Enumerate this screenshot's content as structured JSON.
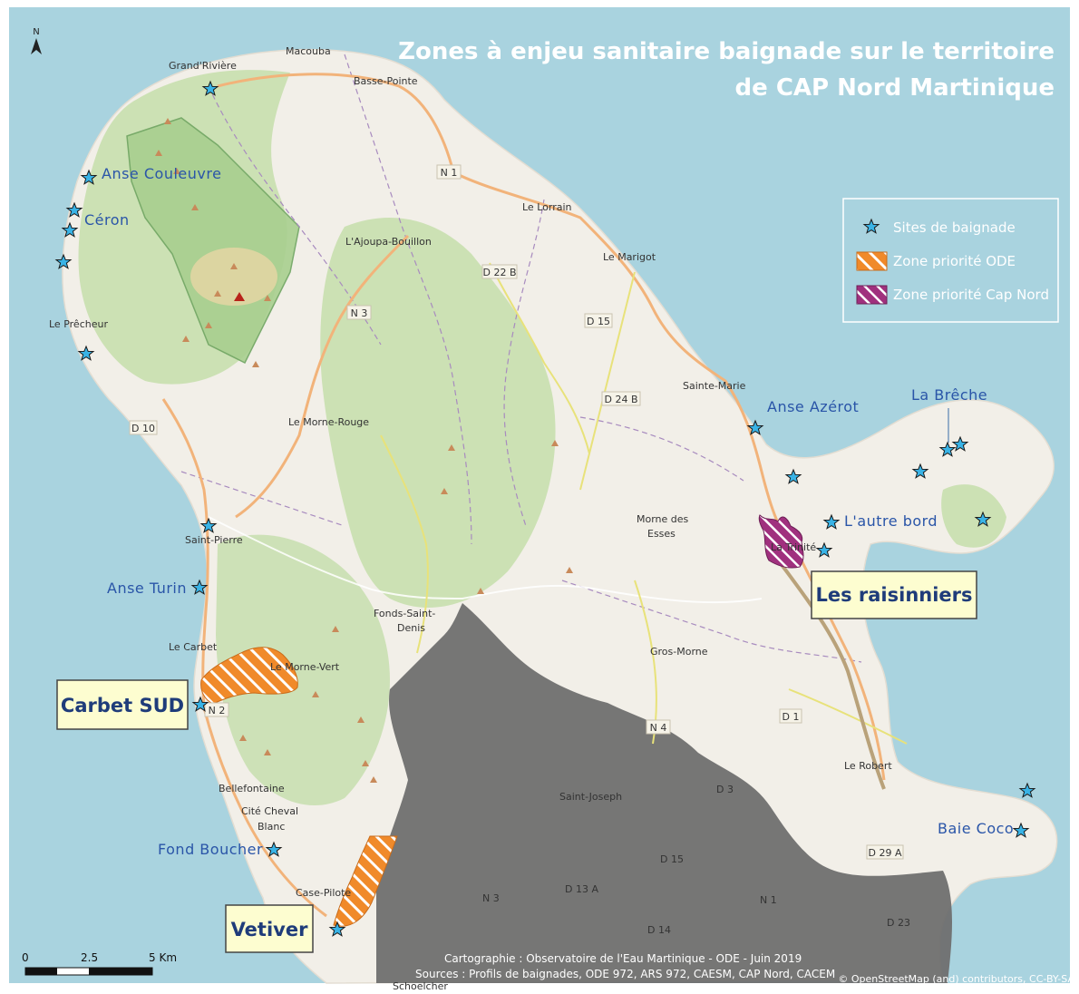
{
  "title": {
    "line1": "Zones à enjeu sanitaire baignade sur le territoire",
    "line2": "de CAP Nord Martinique"
  },
  "north_arrow": {
    "label": "N"
  },
  "legend": {
    "items": [
      {
        "label": "Sites de baignade",
        "symbol": "star-icon"
      },
      {
        "label": "Zone priorité ODE",
        "symbol": "orange-hatch"
      },
      {
        "label": "Zone priorité Cap Nord",
        "symbol": "purple-hatch"
      }
    ]
  },
  "colors": {
    "sea": "#a9d3df",
    "land": "#f2efe8",
    "forest": "#c9dfb1",
    "park": "#a8cf8f",
    "ode_zone": "#f08a2a",
    "capnord_zone": "#a0307e",
    "star": "#39b3e6",
    "callout_bg": "#fdfdd0",
    "grey_area": "#6f6f6f"
  },
  "callouts": {
    "carbet": "Carbet SUD",
    "raisinniers": "Les raisinniers",
    "vetiver": "Vetiver"
  },
  "sites": {
    "anse_couleuvre": "Anse Couleuvre",
    "ceron": "Céron",
    "anse_azerot": "Anse Azérot",
    "la_breche": "La Brêche",
    "autre_bord": "L'autre bord",
    "anse_turin": "Anse Turin",
    "fond_boucher": "Fond Boucher",
    "baie_coco": "Baie Coco"
  },
  "towns": {
    "macouba": "Macouba",
    "grand_riviere": "Grand'Rivière",
    "basse_pointe": "Basse-Pointe",
    "le_lorrain": "Le Lorrain",
    "ajoupa": "L'Ajoupa-Bouillon",
    "le_marigot": "Le Marigot",
    "le_precheur": "Le Prêcheur",
    "sainte_marie": "Sainte-Marie",
    "morne_rouge": "Le Morne-Rouge",
    "saint_pierre": "Saint-Pierre",
    "morne_des": "Morne des",
    "esses": "Esses",
    "trinite": "La Trinité",
    "fonds_saint": "Fonds-Saint-",
    "denis": "Denis",
    "le_carbet": "Le Carbet",
    "morne_vert": "Le Morne-Vert",
    "gros_morne": "Gros-Morne",
    "bellefontaine": "Bellefontaine",
    "cite_cheval": "Cité Cheval",
    "blanc": "Blanc",
    "saint_joseph": "Saint-Joseph",
    "le_robert": "Le Robert",
    "case_pilote": "Case-Pilote",
    "schoelcher": "Schoelcher"
  },
  "roads": {
    "n1": "N 1",
    "n1b": "N 1",
    "d22b": "D 22 B",
    "n3": "N 3",
    "n3b": "N 3",
    "d15": "D 15",
    "d15b": "D 15",
    "d24b": "D 24 B",
    "d10": "D 10",
    "n2": "N 2",
    "n4": "N 4",
    "d1": "D 1",
    "d3": "D 3",
    "d13a": "D 13 A",
    "d14": "D 14",
    "d29a": "D 29 A",
    "d23": "D 23"
  },
  "scale_bar": {
    "t0": "0",
    "t1": "2.5",
    "t2": "5 Km"
  },
  "credits": {
    "line1": "Cartographie : Observatoire de l'Eau Martinique - ODE -  Juin 2019",
    "line2": "Sources : Profils de baignades, ODE 972, ARS 972, CAESM, CAP Nord, CACEM",
    "osm": "© OpenStreetMap (and) contributors, CC-BY-SA"
  }
}
